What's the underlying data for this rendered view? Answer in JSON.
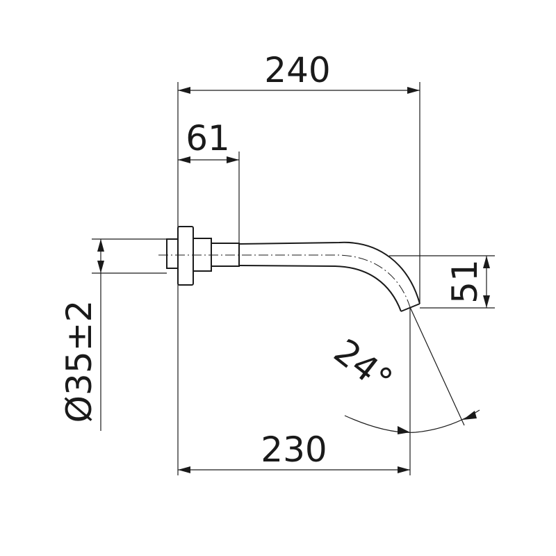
{
  "dimensions": {
    "overall_length": "240",
    "flange_offset": "61",
    "diameter_tolerance": "Ø35±2",
    "spout_drop": "51",
    "spout_angle": "24°",
    "wall_length": "230"
  },
  "colors": {
    "line": "#1a1a1a",
    "background": "#ffffff"
  }
}
